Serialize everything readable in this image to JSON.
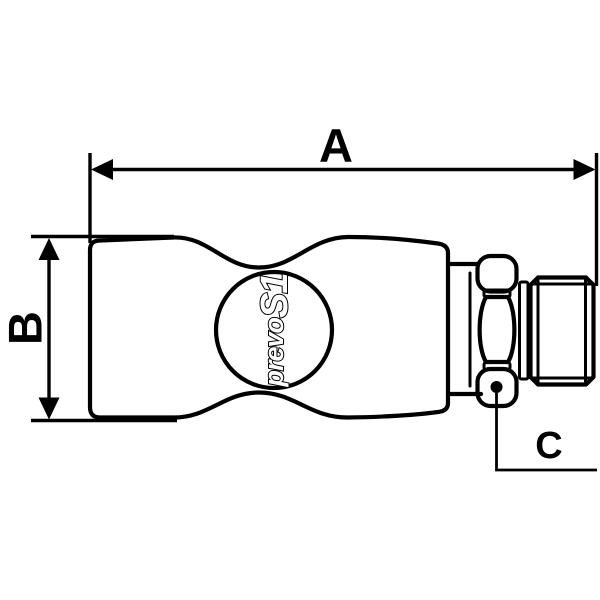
{
  "page": {
    "kind": "technical-dimension-drawing",
    "background": "#ffffff"
  },
  "colors": {
    "line": "#000000",
    "background": "#ffffff"
  },
  "labels": {
    "dim_a": "A",
    "dim_b": "B",
    "dim_c": "C"
  },
  "logo": {
    "prefix": "prevo",
    "suffix": "S1"
  }
}
